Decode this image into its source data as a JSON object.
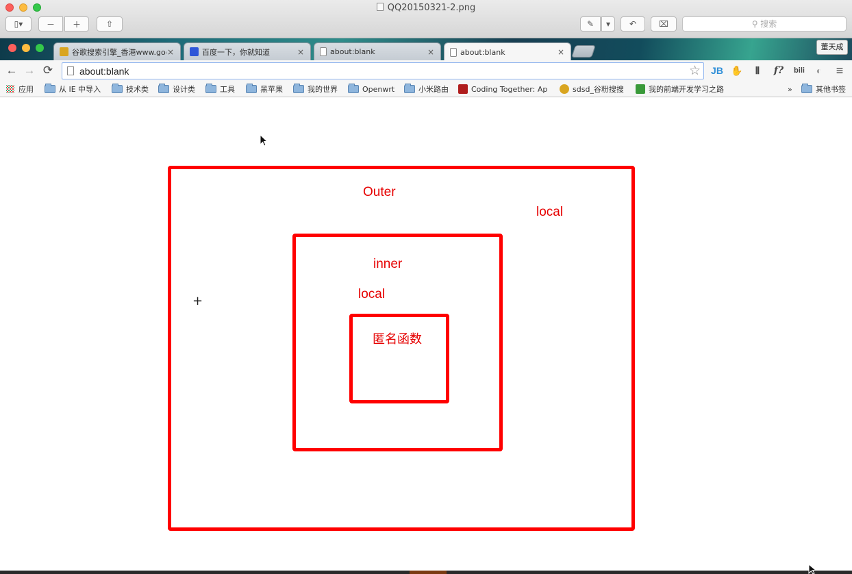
{
  "preview": {
    "title": "QQ20150321-2.png",
    "search_placeholder": "搜索",
    "buttons": {
      "sidebar": "▯▾",
      "zoom_out": "－",
      "zoom_in": "＋",
      "share": "⇧",
      "annotate": "✎",
      "annotate_menu": "▾",
      "rotate": "↶",
      "toolbox": "⌧"
    }
  },
  "browser": {
    "tabs": [
      {
        "label": "谷歌搜索引擎_香港www.goo",
        "favicon": "owl-icon",
        "active": false
      },
      {
        "label": "百度一下，你就知道",
        "favicon": "baidu-paw-icon",
        "active": false
      },
      {
        "label": "about:blank",
        "favicon": "page-icon",
        "active": false
      },
      {
        "label": "about:blank",
        "favicon": "page-icon",
        "active": true
      }
    ],
    "tab_close": "×",
    "user_name": "董天成",
    "toolbar": {
      "back": "←",
      "forward": "→",
      "reload": "⟳",
      "url": "about:blank",
      "star": "☆",
      "menu": "≡",
      "extensions": [
        "JB",
        "✋",
        "⫴",
        "f?",
        "bili",
        "◐"
      ]
    },
    "bookmarks": [
      {
        "label": "应用",
        "icon": "apps-icon"
      },
      {
        "label": "从 IE 中导入",
        "icon": "folder-icon"
      },
      {
        "label": "技术类",
        "icon": "folder-icon"
      },
      {
        "label": "设计类",
        "icon": "folder-icon"
      },
      {
        "label": "工具",
        "icon": "folder-icon"
      },
      {
        "label": "黑苹果",
        "icon": "folder-icon"
      },
      {
        "label": "我的世界",
        "icon": "folder-icon"
      },
      {
        "label": "Openwrt",
        "icon": "folder-icon"
      },
      {
        "label": "小米路由",
        "icon": "folder-icon"
      },
      {
        "label": "Coding Together: Ap",
        "icon": "stanford-icon"
      },
      {
        "label": "sdsd_谷粉搜搜",
        "icon": "owl-icon"
      },
      {
        "label": "我的前端开发学习之路",
        "icon": "book-icon"
      }
    ],
    "bookmarks_overflow": "»",
    "other_bookmarks": "其他书签"
  },
  "page": {
    "outer_label": "Outer",
    "outer_local": "local",
    "inner_label": "inner",
    "inner_local": "local",
    "anon_label": "匿名函数",
    "crosshair": "+",
    "box_color": "#ff0000"
  }
}
